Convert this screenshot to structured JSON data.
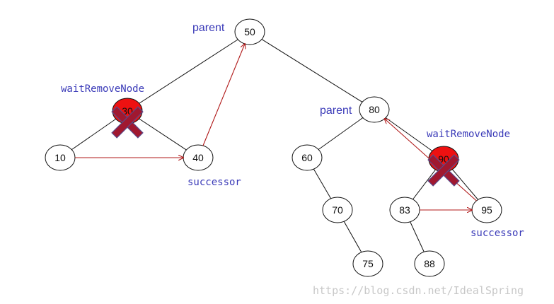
{
  "colors": {
    "edge": "#111111",
    "arrow": "#b01818",
    "removed_fill": "#ee1111",
    "cross_fill": "#a01830",
    "cross_stroke": "#5a4a8a",
    "label": "#3a3ab8",
    "watermark": "#c8c8c8"
  },
  "nodes": [
    {
      "id": "n50",
      "label": "50",
      "removed": false
    },
    {
      "id": "n30",
      "label": "30",
      "removed": true
    },
    {
      "id": "n80",
      "label": "80",
      "removed": false
    },
    {
      "id": "n10",
      "label": "10",
      "removed": false
    },
    {
      "id": "n40",
      "label": "40",
      "removed": false
    },
    {
      "id": "n60",
      "label": "60",
      "removed": false
    },
    {
      "id": "n90",
      "label": "90",
      "removed": true
    },
    {
      "id": "n70",
      "label": "70",
      "removed": false
    },
    {
      "id": "n83",
      "label": "83",
      "removed": false
    },
    {
      "id": "n95",
      "label": "95",
      "removed": false
    },
    {
      "id": "n75",
      "label": "75",
      "removed": false
    },
    {
      "id": "n88",
      "label": "88",
      "removed": false
    }
  ],
  "edges": [
    [
      "n50",
      "n30"
    ],
    [
      "n50",
      "n80"
    ],
    [
      "n30",
      "n10"
    ],
    [
      "n30",
      "n40"
    ],
    [
      "n80",
      "n60"
    ],
    [
      "n80",
      "n90"
    ],
    [
      "n60",
      "n70"
    ],
    [
      "n70",
      "n75"
    ],
    [
      "n90",
      "n83"
    ],
    [
      "n90",
      "n95"
    ],
    [
      "n83",
      "n88"
    ]
  ],
  "arrows": [
    [
      "n10",
      "n40"
    ],
    [
      "n40",
      "n50"
    ],
    [
      "n83",
      "n95"
    ],
    [
      "n95",
      "n80"
    ]
  ],
  "labels": {
    "parent_left": "parent",
    "parent_right": "parent",
    "wait_left": "waitRemoveNode",
    "wait_right": "waitRemoveNode",
    "successor_left": "successor",
    "successor_right": "successor"
  },
  "watermark": "https://blog.csdn.net/IdealSpring"
}
